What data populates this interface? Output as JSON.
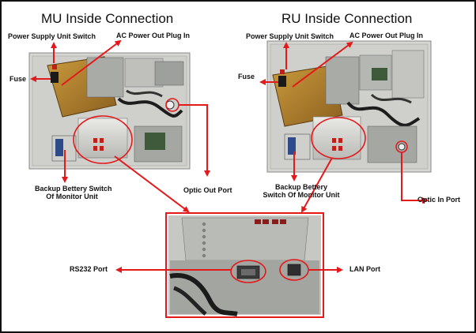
{
  "titles": {
    "mu": "MU Inside Connection",
    "ru": "RU Inside Connection"
  },
  "labels": {
    "mu_power_switch": "Power Supply Unit Switch",
    "mu_ac_plug": "AC Power Out Plug In",
    "mu_fuse": "Fuse",
    "mu_backup_line1": "Backup Bettery Switch",
    "mu_backup_line2": "Of Monitor Unit",
    "mu_optic_out": "Optic Out Port",
    "ru_power_switch": "Power Supply Unit Switch",
    "ru_ac_plug": "AC Power Out Plug In",
    "ru_fuse": "Fuse",
    "ru_backup_line1": "Backup Bettery",
    "ru_backup_line2": "Switch Of Monitor Unit",
    "ru_optic_in": "Optic In Port",
    "rs232": "RS232 Port",
    "lan": "LAN Port"
  },
  "colors": {
    "arrow": "#e3191b",
    "frame": "#111111",
    "chassis": "#d9d9d6",
    "psu": "#b8862b"
  },
  "icons": [
    "psu-icon",
    "fuse-icon",
    "monitor-unit-icon",
    "optic-port-icon",
    "rs232-port-icon",
    "lan-port-icon"
  ]
}
